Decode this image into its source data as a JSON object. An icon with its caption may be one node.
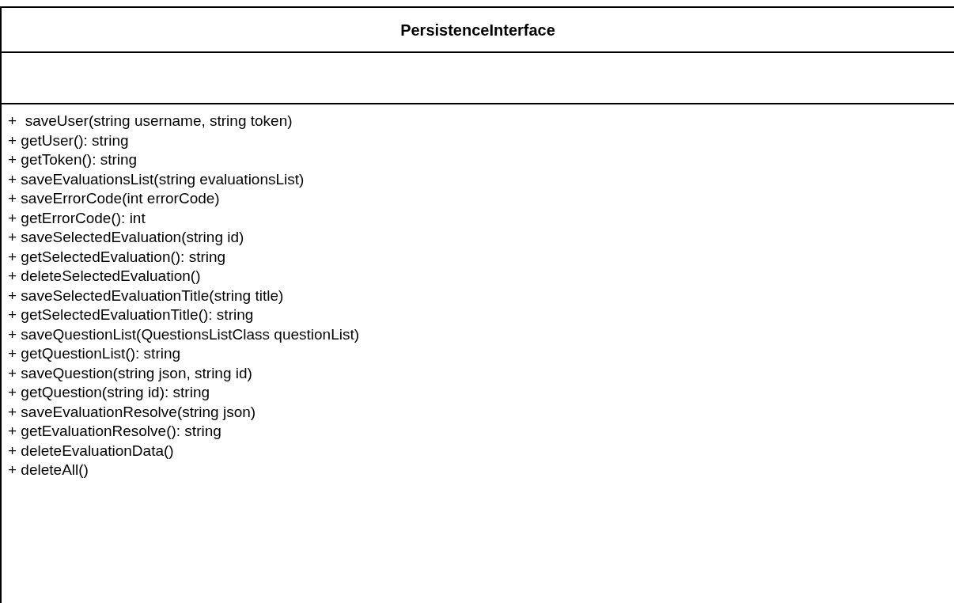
{
  "diagram": {
    "nodes": [
      {
        "text": [
          "PersistenceInterface",
          "+  saveUser(string username, string token)",
          "+ getUser(): string",
          "+ getToken(): string",
          "+ saveEvaluationsList(string evaluationsList)",
          "+ saveErrorCode(int errorCode)",
          "+ getErrorCode(): int",
          "+ saveSelectedEvaluation(string id)",
          "+ getSelectedEvaluation(): string",
          "+ deleteSelectedEvaluation()",
          "+ saveSelectedEvaluationTitle(string title)",
          "+ getSelectedEvaluationTitle(): string",
          "+ saveQuestionList(QuestionsListClass questionList)",
          "+ getQuestionList(): string",
          "+ saveQuestion(string json, string id)",
          "+ getQuestion(string id): string",
          "+ saveEvaluationResolve(string json)",
          "+ getEvaluationResolve(): string",
          "+ deleteEvaluationData()",
          "+ deleteAll()"
        ]
      }
    ]
  }
}
